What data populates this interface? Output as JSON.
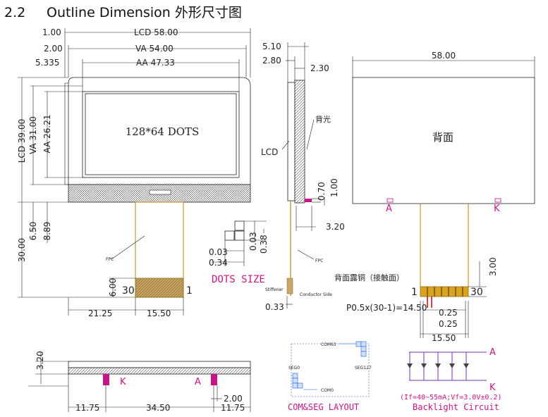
{
  "header": {
    "section_number": "2.2",
    "title": "Outline Dimension 外形尺寸图"
  },
  "front_view": {
    "dims_top": [
      "1.00",
      "LCD 58.00",
      "2.00",
      "VA 54.00",
      "5.335",
      "AA 47.33"
    ],
    "dims_left": [
      "LCD 39.00",
      "VA 31.00",
      "AA 26.21",
      "6.50",
      "8.89",
      "30.00",
      "6.00"
    ],
    "dims_bottom": [
      "21.25",
      "15.50"
    ],
    "display_text": "128*64 DOTS",
    "fpc_label": "FPC",
    "pin_first": "30",
    "pin_last": "1"
  },
  "side_view": {
    "dims": [
      "5.10",
      "2.80",
      "2.30",
      "0.70",
      "1.00",
      "3.20",
      "0.33"
    ],
    "labels": [
      "LCD",
      "背光",
      "FPC",
      "Stiffener",
      "Conductor Side"
    ]
  },
  "dots_size": {
    "dims": [
      "0.03",
      "0.34",
      "0.03",
      "0.38"
    ],
    "title": "DOTS SIZE"
  },
  "back_view": {
    "width": "58.00",
    "center_text": "背面",
    "anode": "A",
    "cathode": "K",
    "note": "背面露铜（接触面）",
    "pin_first": "1",
    "pin_last": "30",
    "dim_height": "3.00",
    "pitch": "P0.5x(30-1)=14.50",
    "pin_dims": [
      "0.25",
      "0.25",
      "15.50"
    ]
  },
  "bottom_view": {
    "dims": [
      "3.20",
      "11.75",
      "34.50",
      "11.75",
      "2.00"
    ],
    "labels": [
      "K",
      "A"
    ]
  },
  "com_seg": {
    "labels": [
      "COM63",
      "SEG0",
      "SEG127",
      "COM0"
    ],
    "title": "COM&SEG LAYOUT"
  },
  "backlight": {
    "anode": "A",
    "cathode": "K",
    "spec": "(If=40~55mA;Vf=3.0V±0.2)",
    "title": "Backlight Circuit"
  },
  "colors": {
    "accent": "#c71585",
    "fpc": "#b8860b",
    "pad": "#d9a521",
    "blue": "#1f5fd6"
  }
}
